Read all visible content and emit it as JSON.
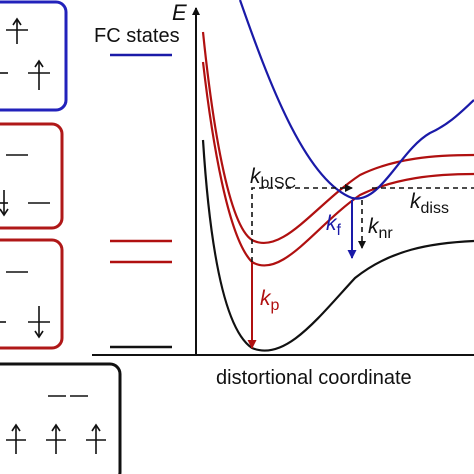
{
  "axes": {
    "y_label": "E",
    "x_label": "distortional coordinate"
  },
  "legend": {
    "fc_states": "FC states"
  },
  "rates": {
    "k_bisc": {
      "main": "k",
      "sub": "bISC"
    },
    "k_f": {
      "main": "k",
      "sub": "f"
    },
    "k_nr": {
      "main": "k",
      "sub": "nr"
    },
    "k_diss": {
      "main": "k",
      "sub": "diss"
    },
    "k_p": {
      "main": "k",
      "sub": "p"
    }
  },
  "colors": {
    "blue": "#1a1aa8",
    "red": "#b01010",
    "black": "#111111",
    "box_blue": "#2222bb",
    "box_red": "#b01818",
    "box_black": "#111111"
  }
}
